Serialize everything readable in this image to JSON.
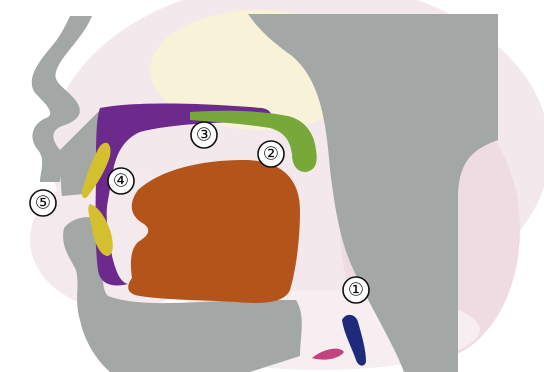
{
  "colors": {
    "background": "#ffffff",
    "watermark": "#e9d8dd",
    "watermark_warm": "#f6eec9",
    "tissue": "#a3a8a7",
    "palate_hard": "#6b2a8c",
    "palate_soft": "#78a83a",
    "tongue": "#b3541b",
    "lips": "#d4c02e",
    "glottis": "#1f2a7a",
    "epiglottis_tip": "#c2437f"
  },
  "labels": {
    "one": "①",
    "two": "②",
    "three": "③",
    "four": "④",
    "five": "⑤"
  }
}
